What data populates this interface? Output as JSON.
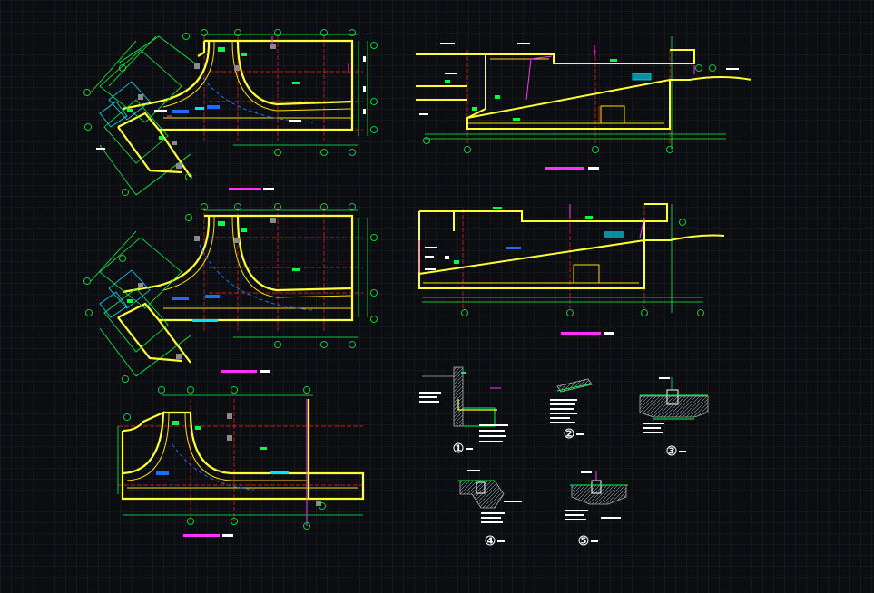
{
  "canvas": {
    "background": "#0b0d10",
    "grid_color": "#1f2530"
  },
  "colors": {
    "wall": "#ffff33",
    "wall_inner": "#ffdd00",
    "dimension": "#00ff44",
    "axis": "#ff2222",
    "magenta": "#ff33ff",
    "cyan": "#00e5ff",
    "blue": "#1e6bff",
    "white": "#ffffff",
    "hatch": "#b0b0b0",
    "axis_bubble": "#00ff44"
  },
  "details": {
    "labels": [
      "1",
      "2",
      "3",
      "4",
      "5"
    ]
  },
  "icons": {
    "axis_bubble": "circle-icon",
    "tree": "tree-symbol-icon"
  }
}
